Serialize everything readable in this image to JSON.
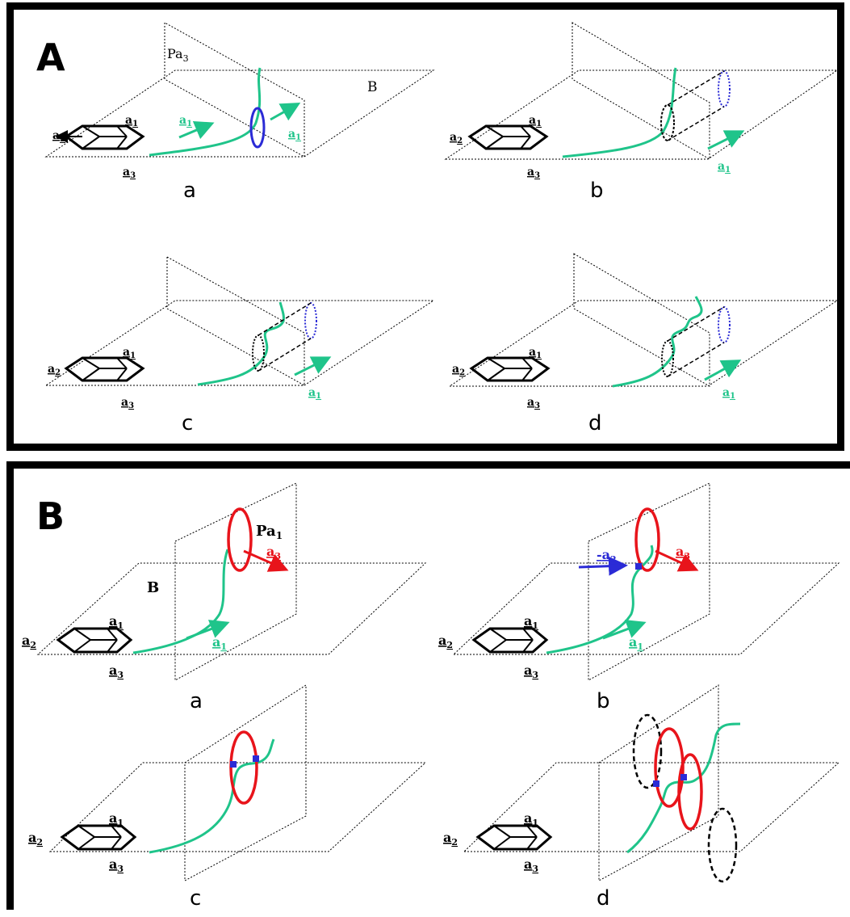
{
  "panels": [
    {
      "id": "A",
      "label": "A",
      "plane_labels": {
        "pa3": "Pa",
        "pa3_sub": "3",
        "b": "B"
      },
      "subfigures": [
        {
          "label": "a"
        },
        {
          "label": "b"
        },
        {
          "label": "c"
        },
        {
          "label": "d"
        }
      ]
    },
    {
      "id": "B",
      "label": "B",
      "plane_labels": {
        "pa1": "Pa",
        "pa1_sub": "1",
        "b": "B"
      },
      "vector_labels": {
        "neg_a2_prefix": "-"
      },
      "subfigures": [
        {
          "label": "a"
        },
        {
          "label": "b"
        },
        {
          "label": "c"
        },
        {
          "label": "d"
        }
      ]
    }
  ],
  "axis_labels": {
    "a": "a",
    "sub1": "1",
    "sub2": "2",
    "sub3": "3"
  },
  "colors": {
    "green": "#1fc48a",
    "blue": "#2b2bd6",
    "red": "#e8141b",
    "black": "#000000"
  }
}
